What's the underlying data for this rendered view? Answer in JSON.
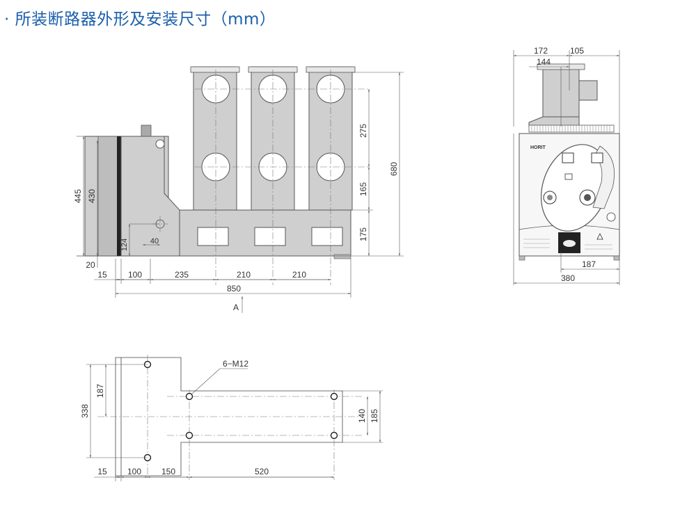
{
  "title": "· 所装断路器外形及安装尺寸（mm）",
  "front_view": {
    "dims": {
      "d445": "445",
      "d430": "430",
      "d124": "124",
      "d40": "40",
      "d20": "20",
      "d15": "15",
      "d100": "100",
      "d235": "235",
      "d210a": "210",
      "d210b": "210",
      "d850": "850",
      "d275": "275",
      "d165": "165",
      "d175": "175",
      "d680": "680"
    },
    "view_label": "A"
  },
  "side_view": {
    "dims": {
      "d172": "172",
      "d105": "105",
      "d144": "144",
      "d187": "187",
      "d380": "380"
    },
    "brand": "HORIT"
  },
  "base_view": {
    "dims": {
      "bolt_label": "6−M12",
      "d338": "338",
      "d187": "187",
      "d140": "140",
      "d185": "185",
      "d15": "15",
      "d100": "100",
      "d150": "150",
      "d520": "520"
    }
  },
  "colors": {
    "title": "#1b5faa",
    "body_fill": "#cfcfcf",
    "line": "#444444"
  }
}
